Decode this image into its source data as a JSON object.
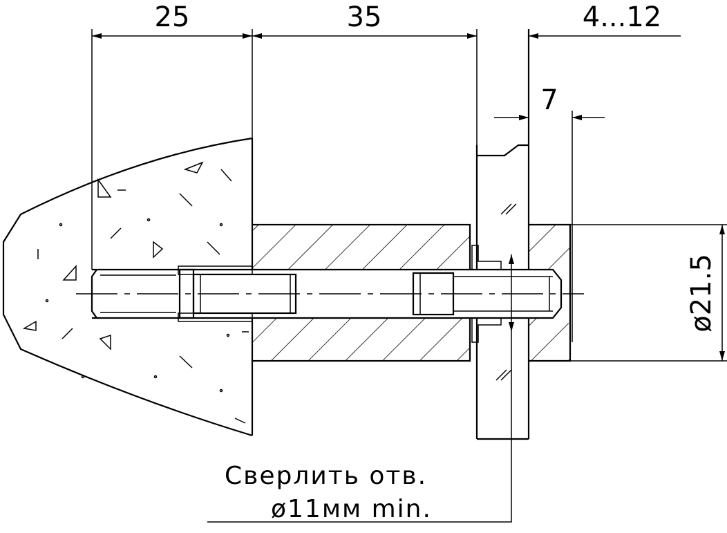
{
  "dimensions": {
    "d1": "25",
    "d2": "35",
    "d3": "4...12",
    "d4": "7",
    "diameter": "ø21.5"
  },
  "note": {
    "line1": "Сверлить отв.",
    "line2": "ø11мм min."
  }
}
